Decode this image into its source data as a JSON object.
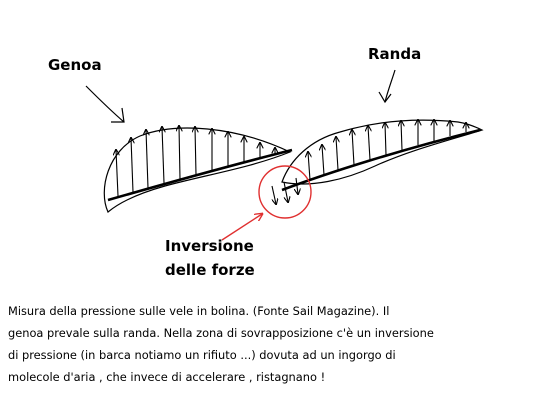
{
  "labels": {
    "genoa": "Genoa",
    "randa": "Randa",
    "inversion_line1": "Inversione",
    "inversion_line2": "delle forze"
  },
  "caption": {
    "line1": "Misura della pressione sulle vele in bolina. (Fonte Sail Magazine). Il",
    "line2": "genoa prevale sulla randa. Nella zona di sovrapposizione c'è un inversione",
    "line3": "di pressione (in barca notiamo un rifiuto ...) dovuta ad un ingorgo di",
    "line4": "molecole d'aria , che invece di accelerare , ristagnano !"
  },
  "colors": {
    "ink": "#000000",
    "highlight": "#e03030",
    "background": "#ffffff"
  }
}
